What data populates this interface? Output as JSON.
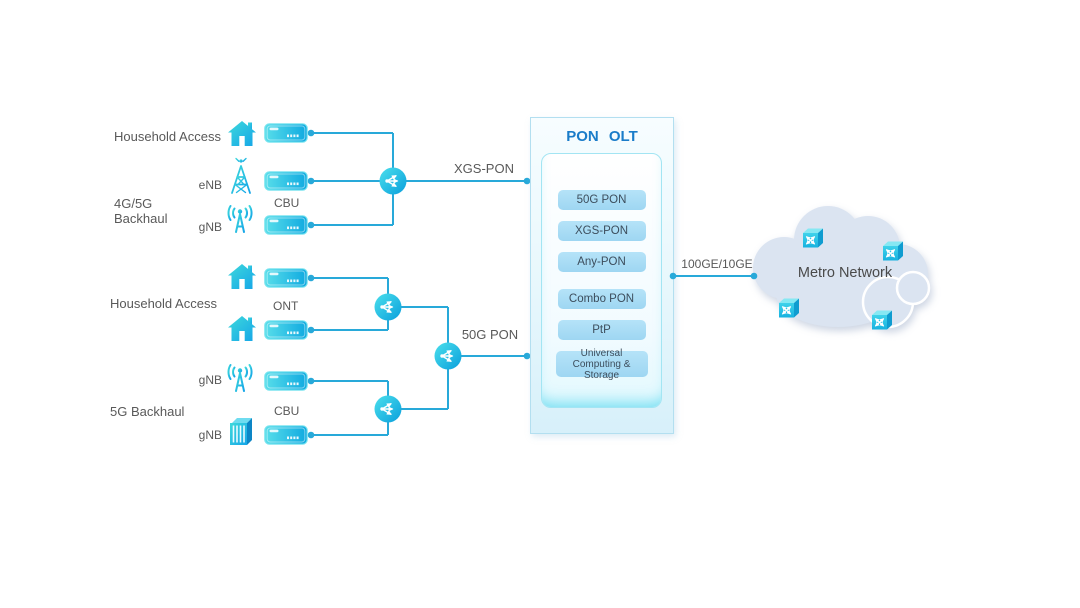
{
  "left_panel": {
    "group_household_top": {
      "household_label": "Household Access"
    },
    "group_4g5g": {
      "enb_label": "eNB",
      "cbu_label": "CBU",
      "backhaul_label": "4G/5G Backhaul",
      "gnb_label": "gNB"
    },
    "group_household_mid": {
      "household_label": "Household Access",
      "ont_label": "ONT"
    },
    "group_5g": {
      "gnb_top_label": "gNB",
      "backhaul_label": "5G Backhaul",
      "cbu_label": "CBU",
      "gnb_bottom_label": "gNB"
    }
  },
  "links": {
    "xgs_pon": "XGS-PON",
    "pon_50g": "50G PON",
    "metro_uplink": "100GE/10GE"
  },
  "olt": {
    "title": "PON OLT",
    "modules": [
      "50G PON",
      "XGS-PON",
      "Any-PON",
      "Combo PON",
      "PtP",
      "Universal Computing & Storage"
    ]
  },
  "cloud": {
    "label": "Metro Network"
  },
  "icons": {
    "house": "house-icon",
    "cell_tower": "cell-tower-icon",
    "antenna": "antenna-icon",
    "base_station_cabinet": "base-station-cabinet-icon",
    "cpe_device": "cpe-device-icon",
    "splitter": "optical-splitter-icon",
    "router": "router-cube-icon",
    "cloud": "cloud-shape"
  },
  "colors": {
    "line": "#28a9d9",
    "title_blue": "#1a7cc9",
    "module_bg": "#a6daf3",
    "module_text": "#3c4d5c",
    "label_gray": "#595959",
    "cloud_fill": "#dbe4f1",
    "icon_cyan": "#3ed9db",
    "icon_blue": "#15a5e8"
  }
}
